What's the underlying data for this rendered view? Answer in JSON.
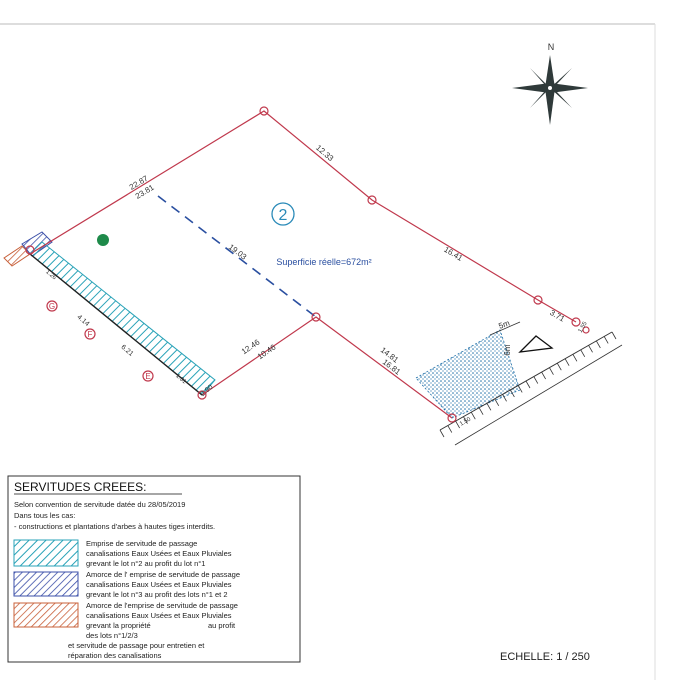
{
  "plan": {
    "lot_number": "2",
    "area_label": "Superficie réelle=672m²",
    "north_label": "N",
    "dims": {
      "top_left_a": "22.87",
      "top_left_b": "23.81",
      "top_right": "12.33",
      "right_a": "16.41",
      "right_b": "3.71",
      "dashed": "19.03",
      "lower_a": "12.46",
      "lower_b": "10.46",
      "lower_c": "14.81",
      "lower_d": "16.81",
      "left_a": "4.14",
      "left_b": "6.21",
      "left_c": "2.90",
      "tiny_a": "1.26",
      "tiny_b": "1.31",
      "tiny_c": "1.55",
      "tiny_d": "1.50",
      "turn_5m": "5m",
      "turn_6m": "6m"
    },
    "point_labels": {
      "g": "G",
      "f": "F",
      "e": "E"
    }
  },
  "legend": {
    "title": "SERVITUDES CREEES:",
    "intro_1": "Selon convention de servitude datée du 28/05/2019",
    "intro_2": "Dans tous les cas:",
    "intro_3": "- constructions et plantations d'arbes à hautes tiges interdits.",
    "items": [
      {
        "color": "#2aa3b8",
        "lines": [
          "Emprise de servitude de passage",
          "canalisations Eaux Usées et Eaux Pluviales",
          "grevant le lot n°2 au profit du lot n°1"
        ]
      },
      {
        "color": "#3b4fa8",
        "lines": [
          "Amorce de l' emprise de servitude de passage",
          "canalisations Eaux Usées et Eaux Pluviales",
          "grevant le lot n°3 au profit des lots n°1 et 2"
        ]
      },
      {
        "color": "#c8603a",
        "lines": [
          "Amorce de l'emprise de servitude de passage",
          "canalisations Eaux Usées et Eaux Pluviales",
          "grevant la propriété",
          "des lots n°1/2/3",
          "et servitude de passage pour entretien et",
          "réparation des canalisations"
        ]
      }
    ],
    "au_profit": "au profit"
  },
  "scale": {
    "label": "ECHELLE:  1 / 250"
  },
  "colors": {
    "boundary": "#c0394d",
    "dashed": "#2a4fa0",
    "hatch_teal": "#2aa3b8",
    "hatch_blue": "#3b4fa8",
    "hatch_red": "#c8603a",
    "dots": "#1f6fa8",
    "tree": "#1e8a4a"
  }
}
